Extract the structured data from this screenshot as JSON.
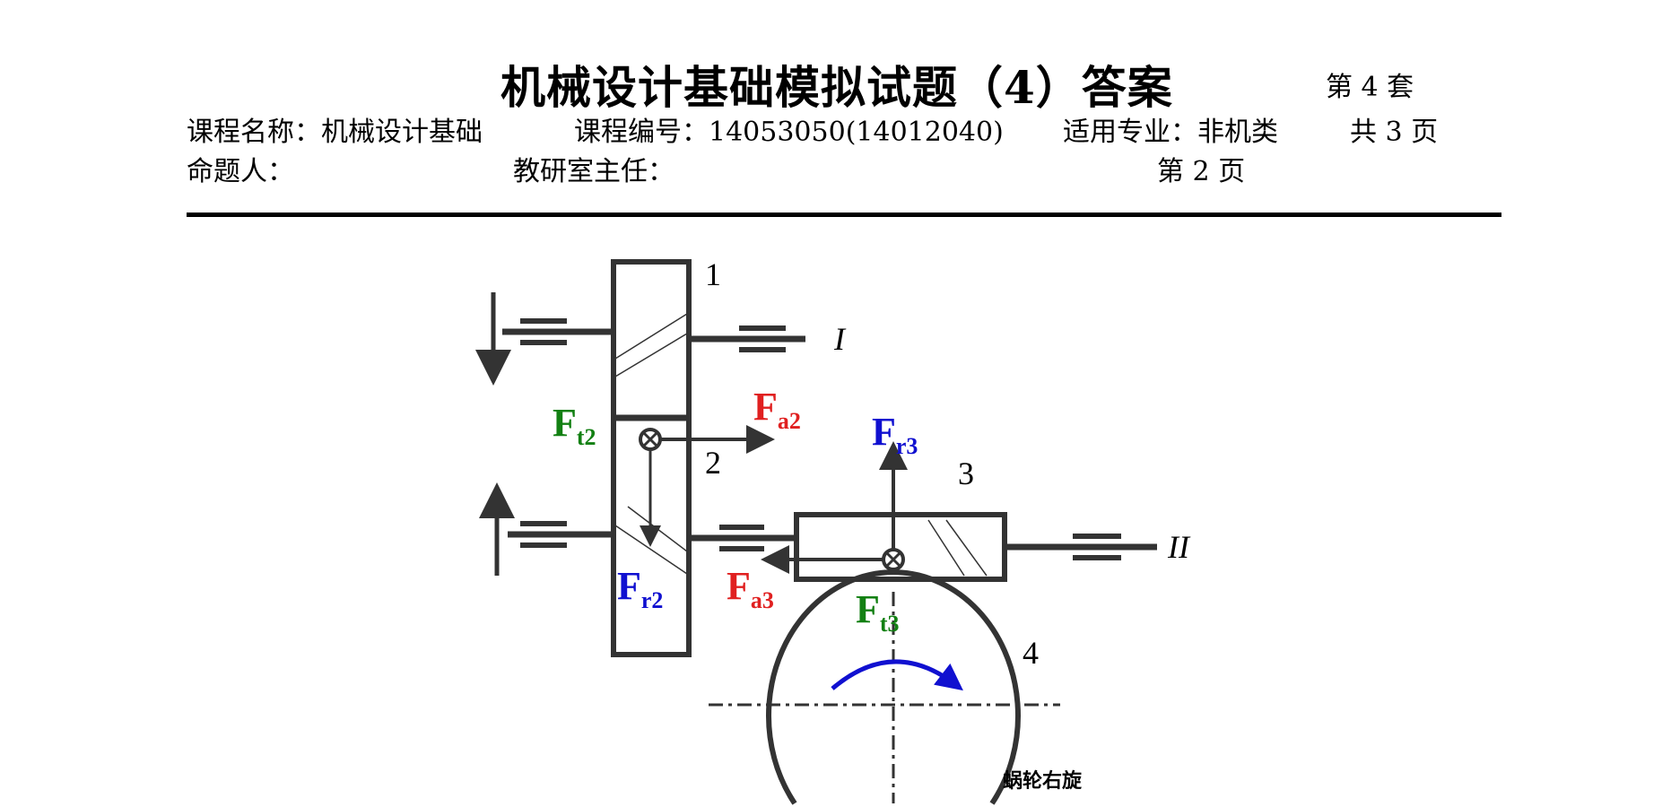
{
  "header": {
    "title": "机械设计基础模拟试题（4）答案",
    "set_label": "第 4 套",
    "course_name_label": "课程名称：机械设计基础",
    "course_code_label": "课程编号：14053050(14012040)",
    "major_label": "适用专业：非机类",
    "total_pages": "共 3 页",
    "author_label": "命题人：",
    "director_label": "教研室主任：",
    "page_label": "第 2 页"
  },
  "diagram": {
    "gear_1": "1",
    "gear_2": "2",
    "worm_3": "3",
    "wheel_4": "4",
    "shaft_I": "I",
    "shaft_II": "II",
    "note": "蜗轮右旋",
    "forces": {
      "Ft2": {
        "main": "F",
        "sub": "t2"
      },
      "Fa2": {
        "main": "F",
        "sub": "a2"
      },
      "Fr2": {
        "main": "F",
        "sub": "r2"
      },
      "Fr3": {
        "main": "F",
        "sub": "r3"
      },
      "Fa3": {
        "main": "F",
        "sub": "a3"
      },
      "Ft3": {
        "main": "F",
        "sub": "t3"
      }
    },
    "colors": {
      "tangential": "#138013",
      "axial": "#e02020",
      "radial": "#1010d0",
      "line": "#333333"
    }
  }
}
